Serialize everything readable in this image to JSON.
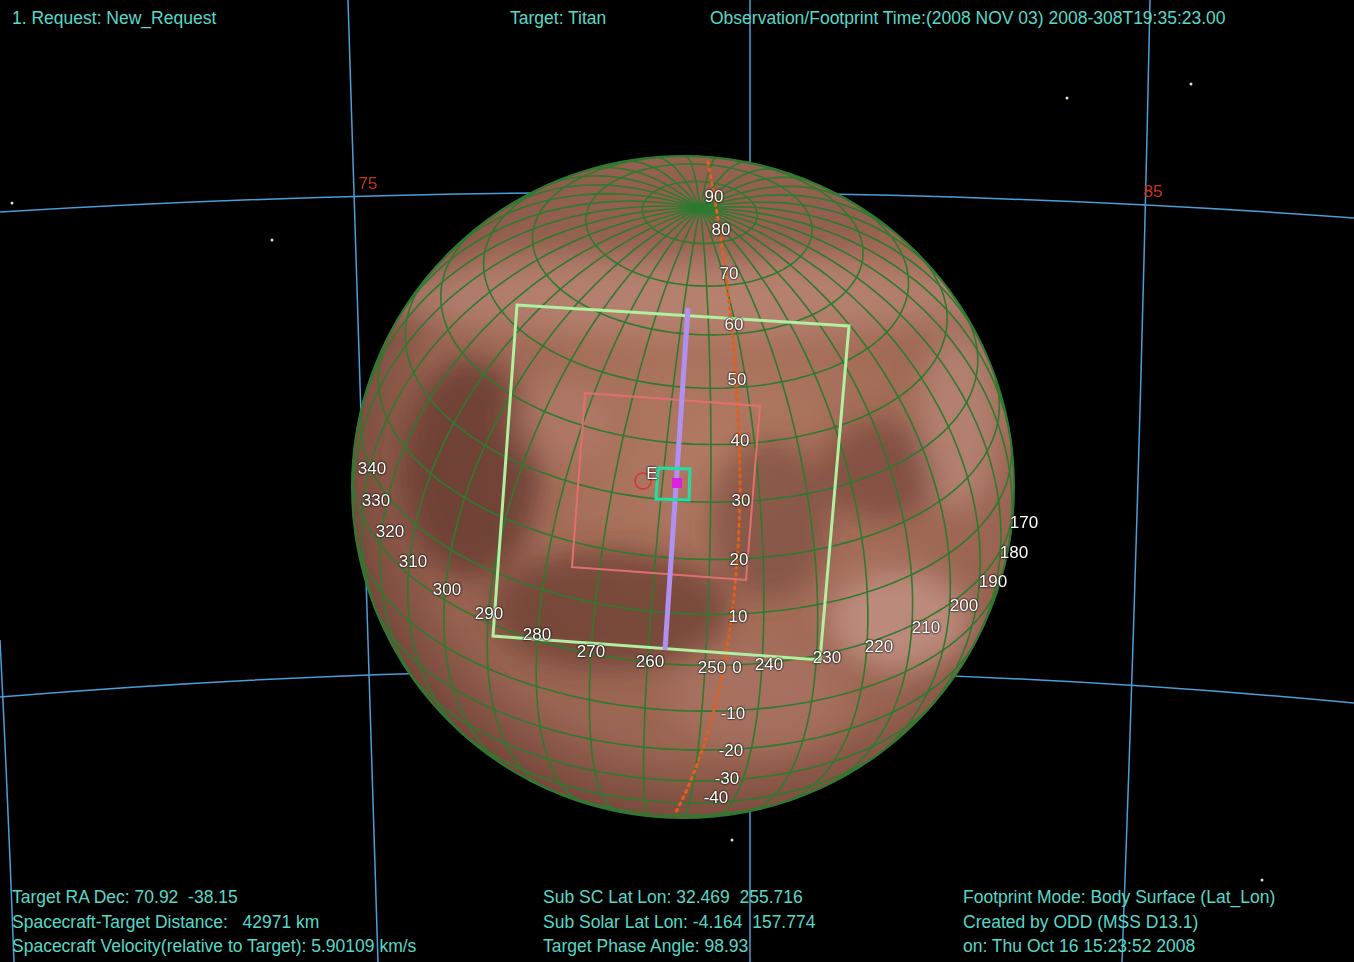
{
  "diagram": {
    "labels": [
      "1. Request: New_Request",
      "Target: Titan",
      "Observation/Footprint Time:(2008 NOV 03) 2008-308T19:35:23.00",
      "75",
      "85",
      "90",
      "80",
      "70",
      "60",
      "50",
      "40",
      "30",
      "20",
      "10",
      "0",
      "-10",
      "-20",
      "-30",
      "-40",
      "340",
      "330",
      "320",
      "310",
      "300",
      "290",
      "280",
      "270",
      "260",
      "250",
      "240",
      "230",
      "220",
      "210",
      "200",
      "190",
      "180",
      "170",
      "E",
      "Target RA Dec: 70.92  -38.15",
      "Spacecraft-Target Distance:   42971 km",
      "Spacecraft Velocity(relative to Target): 5.90109 km/s",
      "Sub SC Lat Lon: 32.469  255.716",
      "Sub Solar Lat Lon: -4.164  157.774",
      "Target Phase Angle: 98.93",
      "Footprint Mode: Body Surface (Lat_Lon)",
      "Created by ODD (MSS D13.1)",
      "on: Thu Oct 16 15:23:52 2008"
    ]
  }
}
